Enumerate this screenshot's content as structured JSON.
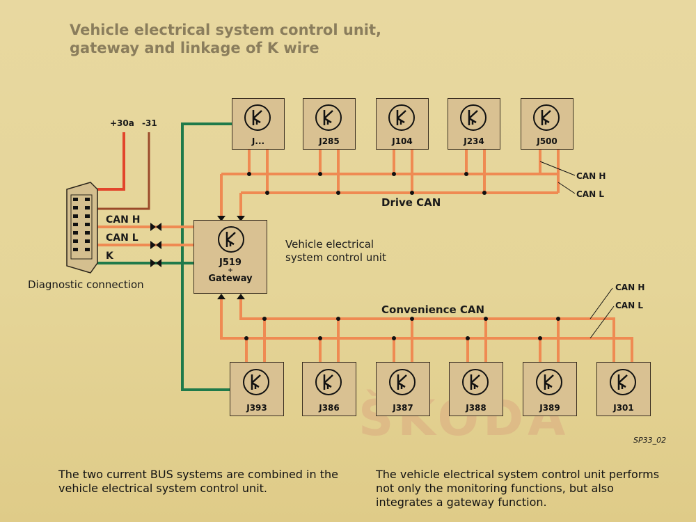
{
  "title": "Vehicle electrical system control unit, gateway and linkage of K wire",
  "colors": {
    "can_wire": "#ef8a52",
    "k_wire": "#1f7a4a",
    "power_wire": "#e2452b",
    "ground_wire": "#9a4a2a"
  },
  "power": {
    "plus": "+30a",
    "minus": "-31"
  },
  "diag": {
    "label": "Diagnostic connection",
    "can_h": "CAN H",
    "can_l": "CAN L",
    "k": "K"
  },
  "drive_can": {
    "label": "Drive CAN",
    "can_h": "CAN H",
    "can_l": "CAN L"
  },
  "conv_can": {
    "label": "Convenience CAN",
    "can_h": "CAN H",
    "can_l": "CAN L"
  },
  "gateway": {
    "line1": "J519",
    "line2": "+",
    "line3": "Gateway",
    "icon": "k-icon"
  },
  "vesc_label": {
    "line1": "Vehicle electrical",
    "line2": "system control unit"
  },
  "top_units": [
    "J...",
    "J285",
    "J104",
    "J234",
    "J500"
  ],
  "bottom_units": [
    "J393",
    "J386",
    "J387",
    "J388",
    "J389",
    "J301"
  ],
  "ref": "SP33_02",
  "watermark": "ŠKODA",
  "footer": {
    "left": "The two current BUS systems are combined in the vehicle electrical system control unit.",
    "right": "The vehicle electrical system control unit performs not only the monitoring functions, but also integrates a gateway function."
  }
}
